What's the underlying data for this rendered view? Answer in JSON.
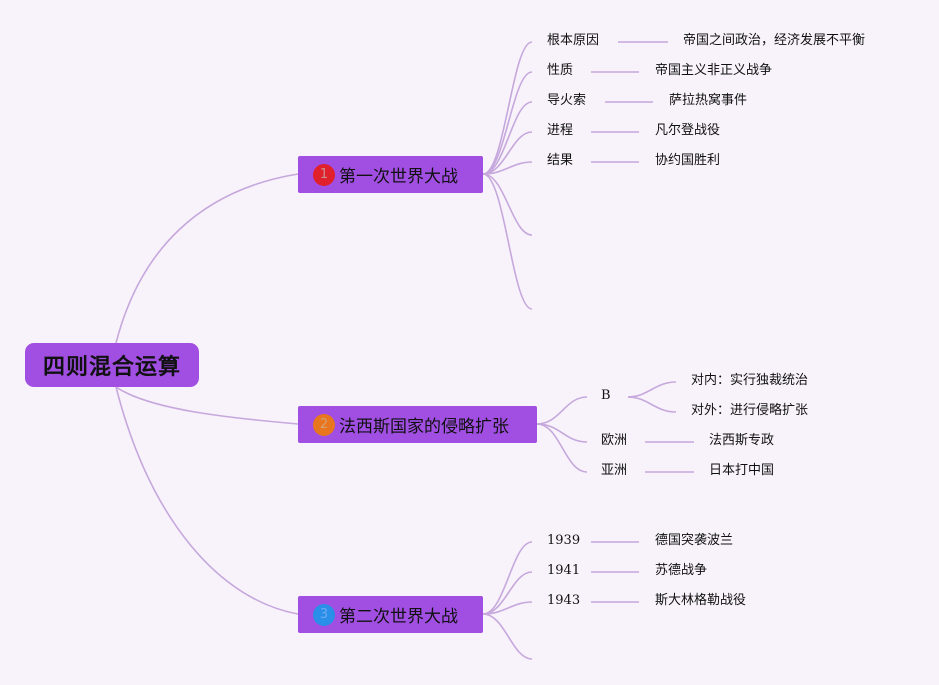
{
  "root": {
    "label": "四则混合运算"
  },
  "branches": [
    {
      "badge": "1",
      "badge_color": "#e0202a",
      "badge_text_color": "#c89090",
      "label": "第一次世界大战",
      "items": [
        {
          "key": "根本原因",
          "value": "帝国之间政治，经济发展不平衡"
        },
        {
          "key": "性质",
          "value": "帝国主义非正义战争"
        },
        {
          "key": "导火索",
          "value": "萨拉热窝事件"
        },
        {
          "key": "进程",
          "value": "凡尔登战役"
        },
        {
          "key": "结果",
          "value": "协约国胜利"
        }
      ]
    },
    {
      "badge": "2",
      "badge_color": "#e8761f",
      "badge_text_color": "#d6a070",
      "label": "法西斯国家的侵略扩张",
      "items": [
        {
          "key": "B",
          "children": [
            "对内：实行独裁统治",
            "对外：进行侵略扩张"
          ]
        },
        {
          "key": "欧洲",
          "value": "法西斯专政"
        },
        {
          "key": "亚洲",
          "value": "日本打中国"
        }
      ]
    },
    {
      "badge": "3",
      "badge_color": "#2a8fe8",
      "badge_text_color": "#6aaaf0",
      "label": "第二次世界大战",
      "items": [
        {
          "key": "1939",
          "value": "德国突袭波兰"
        },
        {
          "key": "1941",
          "value": "苏德战争"
        },
        {
          "key": "1943",
          "value": "斯大林格勒战役"
        }
      ]
    }
  ],
  "colors": {
    "background": "#f8f3fb",
    "node_fill": "#a14ee3",
    "connector": "#c6a8dc"
  }
}
